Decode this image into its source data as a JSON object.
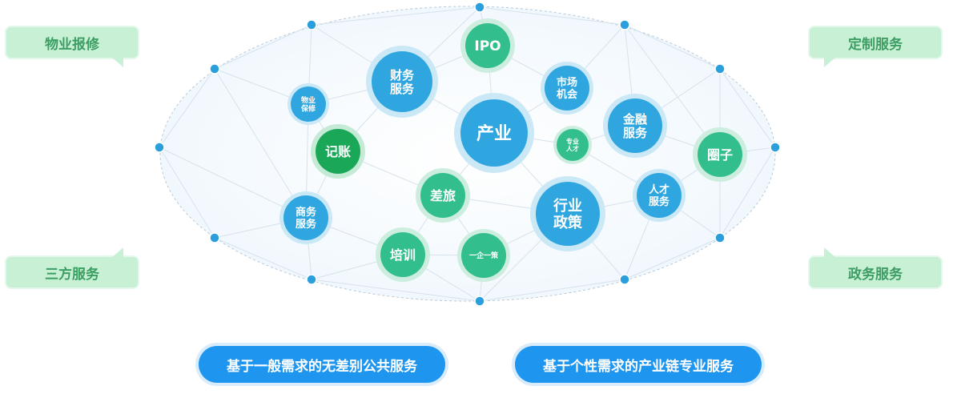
{
  "side_labels": {
    "top_left": "物业报修",
    "bottom_left": "三方服务",
    "top_right": "定制服务",
    "bottom_right": "政务服务"
  },
  "bottom_buttons": {
    "left": "基于一般需求的无差别公共服务",
    "right": "基于个性需求的产业链专业服务"
  },
  "nodes": {
    "chanye": "产业",
    "ipo": "IPO",
    "caiwu": [
      "财务",
      "服务"
    ],
    "shichang": [
      "市场",
      "机会"
    ],
    "jinrong": [
      "金融",
      "服务"
    ],
    "quanzi": "圈子",
    "rencai": [
      "人才",
      "服务"
    ],
    "hangye": [
      "行业",
      "政策"
    ],
    "yiqi": "一企一策",
    "peixun": "培训",
    "chailv": "差旅",
    "jizhang": "记账",
    "shangwu": [
      "商务",
      "服务"
    ],
    "wuye": [
      "物业",
      "保修"
    ],
    "zhuanye": [
      "专业",
      "人才"
    ]
  },
  "colors": {
    "blue_node": "#2fa6df",
    "green_node": "#33bf8d",
    "dark_green_node": "#1aa858",
    "dot": "#2b9fdc",
    "line": "#d6e2ec",
    "label_bg": "#c8f0d5",
    "label_text": "#3c9e63",
    "pill": "#1e95ef"
  }
}
